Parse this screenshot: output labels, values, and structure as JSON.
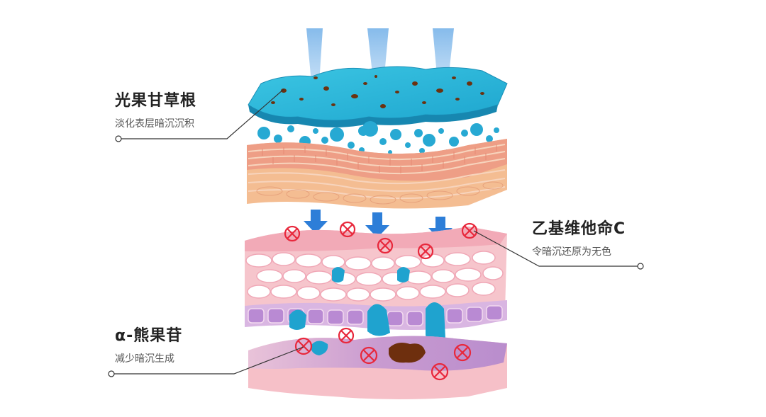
{
  "labels": {
    "licorice": {
      "title": "光果甘草根",
      "subtitle": "淡化表层暗沉沉积"
    },
    "vitamin_c": {
      "title": "乙基维他命C",
      "subtitle": "令暗沉还原为无色"
    },
    "arbutin": {
      "title": "α-熊果苷",
      "subtitle": "减少暗沉生成"
    }
  },
  "colors": {
    "surface_blue": "#2cb8d8",
    "droplet_blue": "#27a9d3",
    "pigment_brown": "#7a3a12",
    "arrow_blue": "#2d7ed8",
    "dermis_orange": "#f4bd92",
    "pink_layer": "#f6c5cc",
    "blocked_red": "#e8283c",
    "leader_line": "#333333"
  }
}
